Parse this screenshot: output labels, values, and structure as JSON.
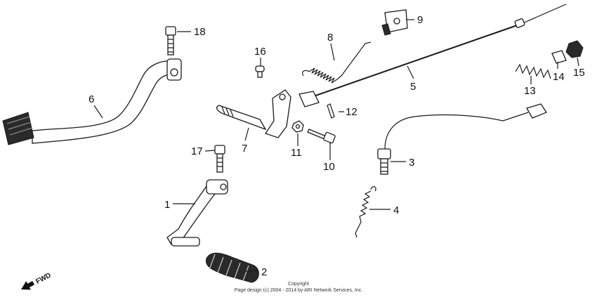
{
  "callouts": [
    {
      "id": "1",
      "label": "1"
    },
    {
      "id": "2",
      "label": "2"
    },
    {
      "id": "3",
      "label": "3"
    },
    {
      "id": "4",
      "label": "4"
    },
    {
      "id": "5",
      "label": "5"
    },
    {
      "id": "6",
      "label": "6"
    },
    {
      "id": "7",
      "label": "7"
    },
    {
      "id": "8",
      "label": "8"
    },
    {
      "id": "9",
      "label": "9"
    },
    {
      "id": "10",
      "label": "10"
    },
    {
      "id": "11",
      "label": "11"
    },
    {
      "id": "12",
      "label": "12"
    },
    {
      "id": "13",
      "label": "13"
    },
    {
      "id": "14",
      "label": "14"
    },
    {
      "id": "15",
      "label": "15"
    },
    {
      "id": "16",
      "label": "16"
    },
    {
      "id": "17",
      "label": "17"
    },
    {
      "id": "18",
      "label": "18"
    }
  ],
  "direction_label": "FWD",
  "copyright": {
    "line1": "Copyright",
    "line2": "Page design (c) 2004 - 2014 by ARI Network Services, Inc."
  },
  "colors": {
    "ink": "#1a1a1a",
    "background": "#ffffff"
  }
}
